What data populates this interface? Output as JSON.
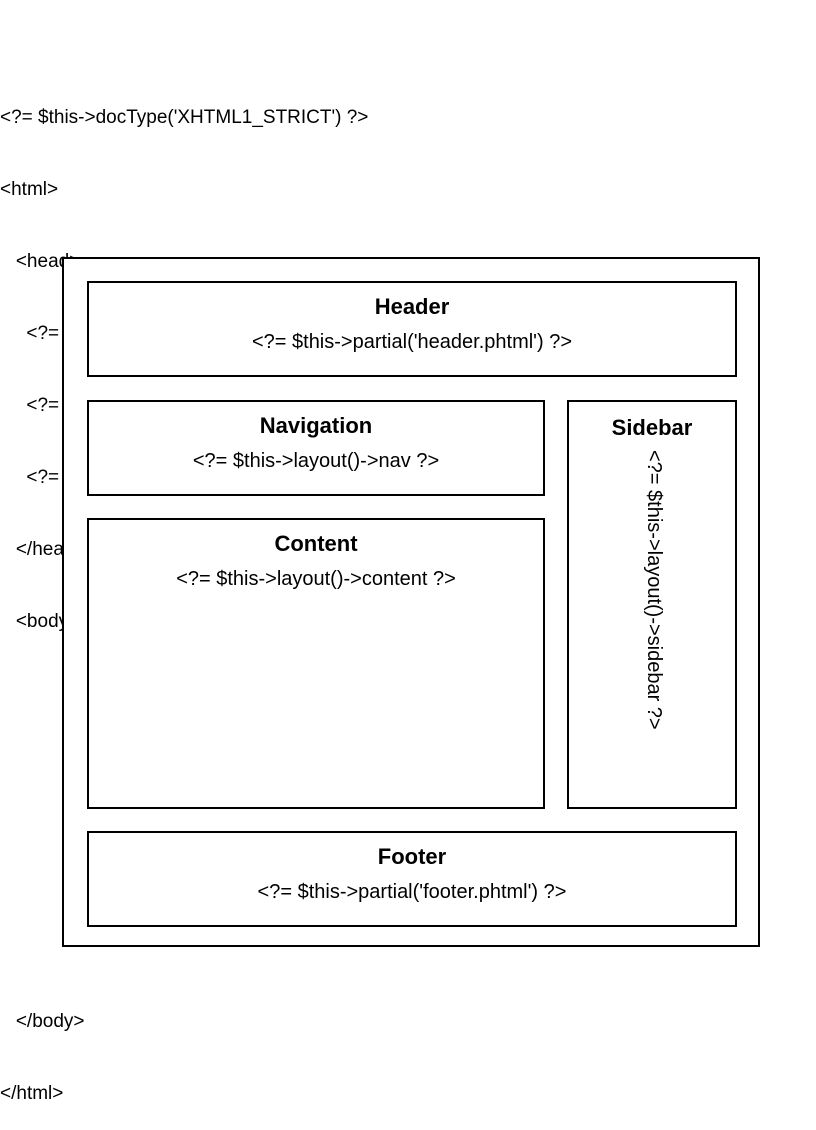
{
  "code_top": {
    "lines": [
      "<?= $this->docType('XHTML1_STRICT') ?>",
      "<html>",
      "   <head>",
      "     <?= $this->headTitle() ?>",
      "     <?= $this->headScript() ?>",
      "     <?= $this->headStylesheet() ?>",
      "   </head>",
      "   <body>"
    ]
  },
  "code_bottom": {
    "lines": [
      "   </body>",
      "</html>"
    ]
  },
  "layout": {
    "header": {
      "title": "Header",
      "code": "<?= $this->partial('header.phtml') ?>"
    },
    "navigation": {
      "title": "Navigation",
      "code": "<?= $this->layout()->nav ?>"
    },
    "content": {
      "title": "Content",
      "code": "<?= $this->layout()->content ?>"
    },
    "sidebar": {
      "title": "Sidebar",
      "code": "<?= $this->layout()->sidebar ?>"
    },
    "footer": {
      "title": "Footer",
      "code": "<?= $this->partial('footer.phtml') ?>"
    }
  },
  "colors": {
    "background": "#ffffff",
    "text": "#000000",
    "border": "#000000"
  }
}
